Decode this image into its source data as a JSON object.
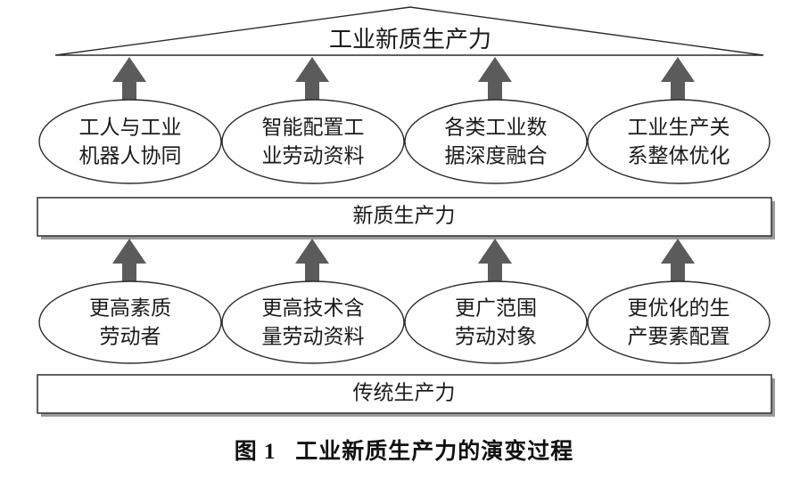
{
  "figure": {
    "caption": "图 1   工业新质生产力的演变过程",
    "roof": {
      "label": "工业新质生产力",
      "shape": "triangle-roof"
    },
    "bars": [
      {
        "id": "middle-bar",
        "label": "新质生产力"
      },
      {
        "id": "bottom-bar",
        "label": "传统生产力"
      }
    ],
    "upper_nodes": [
      {
        "line1": "工人与工业",
        "line2": "机器人协同"
      },
      {
        "line1": "智能配置工",
        "line2": "业劳动资料"
      },
      {
        "line1": "各类工业数",
        "line2": "据深度融合"
      },
      {
        "line1": "工业生产关",
        "line2": "系整体优化"
      }
    ],
    "lower_nodes": [
      {
        "line1": "更高素质",
        "line2": "劳动者"
      },
      {
        "line1": "更高技术含",
        "line2": "量劳动资料"
      },
      {
        "line1": "更广范围",
        "line2": "劳动对象"
      },
      {
        "line1": "更优化的生",
        "line2": "产要素配置"
      }
    ],
    "arrow_count_upper": 4,
    "arrow_count_lower": 4,
    "colors": {
      "arrow": "#5b5b5b",
      "outline": "#2b2b2b",
      "bar_outline": "#3a3a3a",
      "text": "#1a1a1a",
      "background": "#ffffff"
    }
  }
}
